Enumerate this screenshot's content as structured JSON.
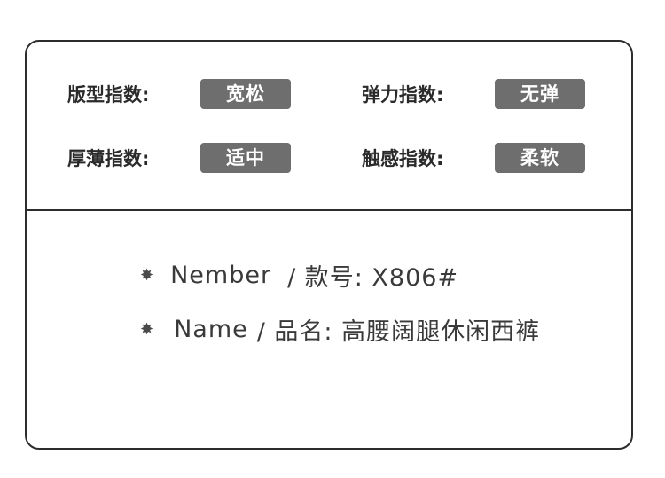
{
  "metrics": [
    {
      "label": "版型指数:",
      "value": "宽松"
    },
    {
      "label": "弹力指数:",
      "value": "无弹"
    },
    {
      "label": "厚薄指数:",
      "value": "适中"
    },
    {
      "label": "触感指数:",
      "value": "柔软"
    }
  ],
  "info": {
    "bullet_icon": "bullet-dot-icon",
    "number_key": "Nember",
    "number_value": "/ 款号: X806#",
    "name_key": "Name",
    "name_value": "/ 品名: 高腰阔腿休闲西裤"
  },
  "colors": {
    "badge_background": "#6e6e6e",
    "border": "#2d2d2d",
    "text": "#2b2b2b"
  }
}
